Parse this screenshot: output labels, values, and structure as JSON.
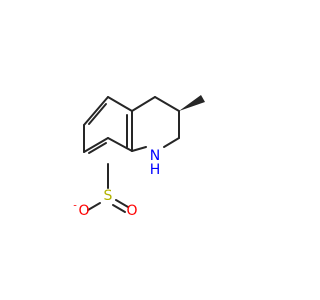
{
  "molecule": {
    "atoms": {
      "nitrogen": {
        "symbol": "N",
        "hydrogen": "H",
        "color": "#0000ff"
      },
      "sulfur": {
        "symbol": "S",
        "color": "#b2b200"
      },
      "oxide_oxygen": {
        "symbol": "O",
        "charge": "-",
        "color": "#ff0000"
      },
      "double_oxygen": {
        "symbol": "O",
        "color": "#ff0000"
      }
    },
    "stereo": "wedge-bond-to-methyl",
    "bond_color": "#262626"
  }
}
